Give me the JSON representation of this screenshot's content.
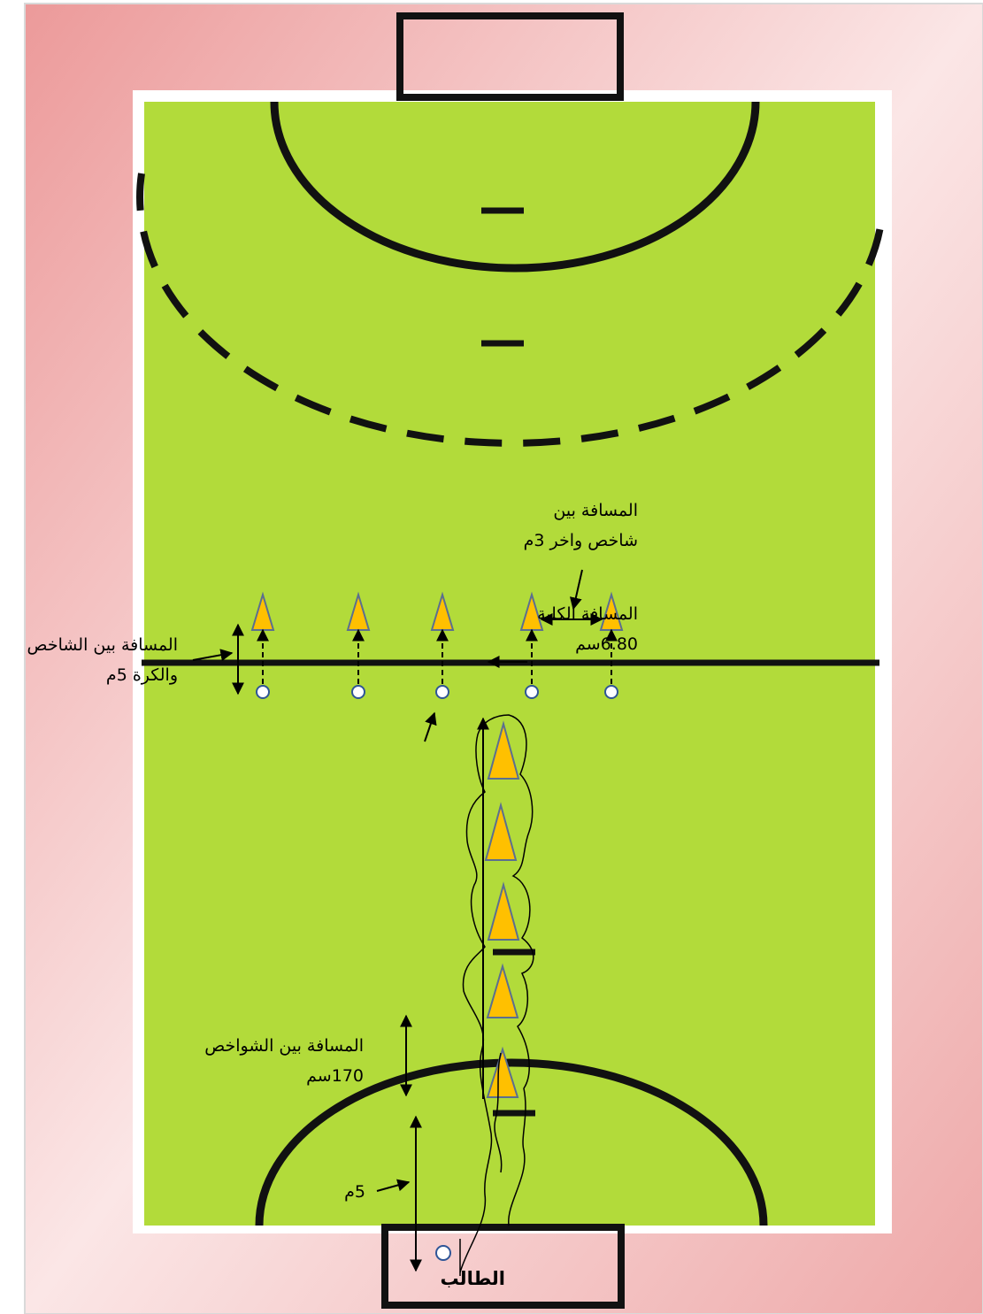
{
  "colors": {
    "border_frame": "#f1c4c4",
    "court": "#b2db3a",
    "line": "#111111",
    "cone": "#ffc000",
    "cone_outline": "#5b6f8f",
    "ball": "#ffffff",
    "ball_outline": "#2f5597"
  },
  "labels": {
    "cone_gap_line1": "المسافة بين",
    "cone_gap_line2": "شاخص واخر 3م",
    "cone_ball_line1": "المسافة بين الشاخص",
    "cone_ball_line2": "والكرة 5م",
    "total_distance_line1": "المسافة الكلية",
    "total_distance_line2": "6.80سم",
    "between_cones_line1": "المسافة بين الشواخص",
    "between_cones_line2": "170سم",
    "five_m": "5م",
    "student": "الطالب"
  }
}
